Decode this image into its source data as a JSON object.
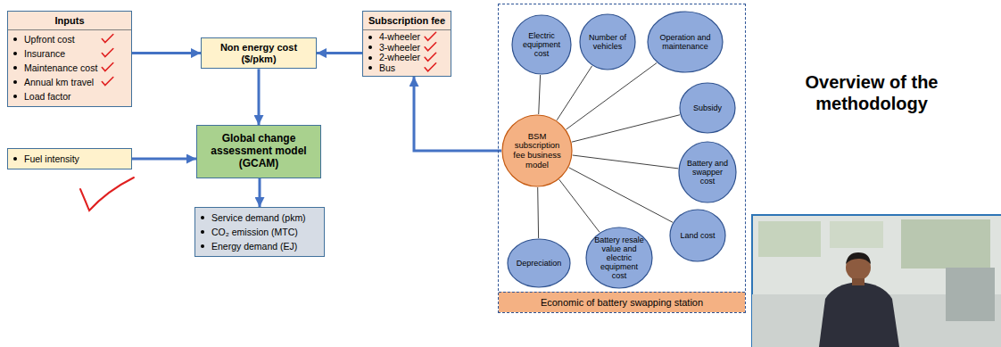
{
  "diagram": {
    "title": "Overview of the methodology",
    "nodes": [
      {
        "text": [
          "Inputs",
          "Upfront cost",
          "Insurance",
          "Maintenance cost",
          "Annual km travel",
          "Load factor"
        ]
      },
      {
        "text": [
          "Non energy cost ($/pkm)"
        ]
      },
      {
        "text": [
          "Subscription fee",
          "4-wheeler",
          "3-wheeler",
          "2-wheeler",
          "Bus"
        ]
      },
      {
        "text": [
          "Fuel intensity"
        ]
      },
      {
        "text": [
          "Global change assessment model (GCAM)"
        ]
      },
      {
        "text": [
          "Service demand (pkm)",
          "CO₂ emission (MTC)",
          "Energy demand (EJ)"
        ]
      },
      {
        "text": [
          "Economic of battery swapping station"
        ]
      },
      {
        "text": [
          "Electric equipment cost"
        ],
        "in": 6
      },
      {
        "text": [
          "Number of vehicles"
        ],
        "in": 6
      },
      {
        "text": [
          "Operation and maintenance"
        ],
        "in": 6
      },
      {
        "text": [
          "Subsidy"
        ],
        "in": 6
      },
      {
        "text": [
          "BSM subscription fee business model"
        ],
        "in": 6
      },
      {
        "text": [
          "Battery and swapper cost"
        ],
        "in": 6
      },
      {
        "text": [
          "Land cost"
        ],
        "in": 6
      },
      {
        "text": [
          "Battery resale value and electric equipment cost"
        ],
        "in": 6
      },
      {
        "text": [
          "Depreciation"
        ],
        "in": 6
      }
    ],
    "edges": [
      {
        "from": 0,
        "to": 1,
        "arrow": "to"
      },
      {
        "from": 2,
        "to": 1,
        "arrow": "to"
      },
      {
        "from": 1,
        "to": 4,
        "arrow": "to"
      },
      {
        "from": 3,
        "to": 4,
        "arrow": "to"
      },
      {
        "from": 4,
        "to": 5,
        "arrow": "to"
      },
      {
        "from": 11,
        "to": 2,
        "arrow": "to"
      },
      {
        "from": 11,
        "to": 7,
        "arrow": "none"
      },
      {
        "from": 11,
        "to": 8,
        "arrow": "none"
      },
      {
        "from": 11,
        "to": 9,
        "arrow": "none"
      },
      {
        "from": 11,
        "to": 10,
        "arrow": "none"
      },
      {
        "from": 11,
        "to": 12,
        "arrow": "none"
      },
      {
        "from": 11,
        "to": 13,
        "arrow": "none"
      },
      {
        "from": 11,
        "to": 14,
        "arrow": "none"
      },
      {
        "from": 11,
        "to": 15,
        "arrow": "none"
      }
    ]
  }
}
